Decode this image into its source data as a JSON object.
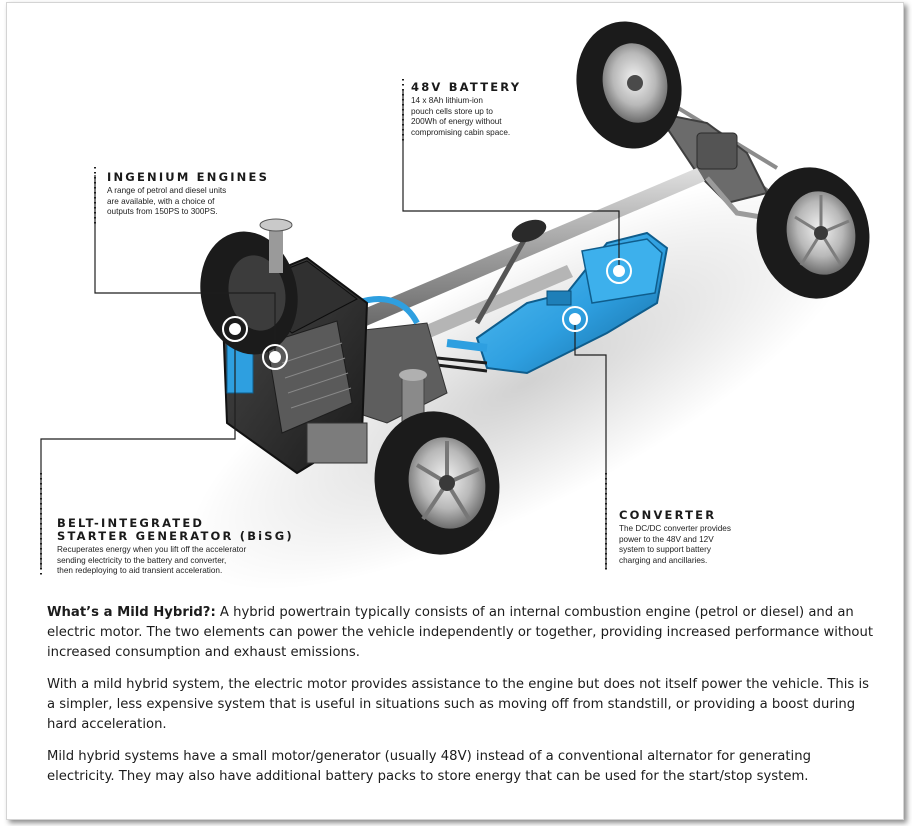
{
  "callouts": {
    "battery": {
      "title": "48V BATTERY",
      "desc": [
        "14 x 8Ah lithium-ion",
        "pouch cells store up to",
        "200Wh of energy without",
        "compromising cabin space."
      ]
    },
    "engines": {
      "title": "INGENIUM ENGINES",
      "desc": [
        "A range of petrol and diesel units",
        "are available, with a choice of",
        "outputs from 150PS to 300PS."
      ]
    },
    "bisg": {
      "title_lines": [
        "BELT-INTEGRATED",
        "STARTER GENERATOR (BiSG)"
      ],
      "desc": [
        "Recuperates energy when you lift off the accelerator",
        "sending electricity to the battery and converter,",
        "then redeploying to aid transient acceleration."
      ]
    },
    "converter": {
      "title": "CONVERTER",
      "desc": [
        "The DC/DC converter provides",
        "power to the 48V and 12V",
        "system to support battery",
        "charging and ancillaries."
      ]
    }
  },
  "article": {
    "p1_lead": "What’s a Mild Hybrid?:",
    "p1_body": " A hybrid powertrain typically consists of an internal combustion engine (petrol or diesel) and an electric motor. The two elements can power the vehicle independently or together, providing increased performance without increased consumption and exhaust emissions.",
    "p2": "With a mild hybrid system, the electric motor provides assistance to the engine but does not itself power the vehicle. This is a simpler, less expensive system that is useful in situations such as moving off from standstill, or providing a boost during hard acceleration.",
    "p3": "Mild hybrid systems have a small motor/generator (usually 48V) instead of a conventional alternator for generating electricity. They may also have additional battery packs to store energy that can be used for the start/stop system."
  },
  "colors": {
    "battery_blue": "#2e9fe0",
    "tyre": "#1b1b1b",
    "frame_border": "#d4d4d4"
  }
}
